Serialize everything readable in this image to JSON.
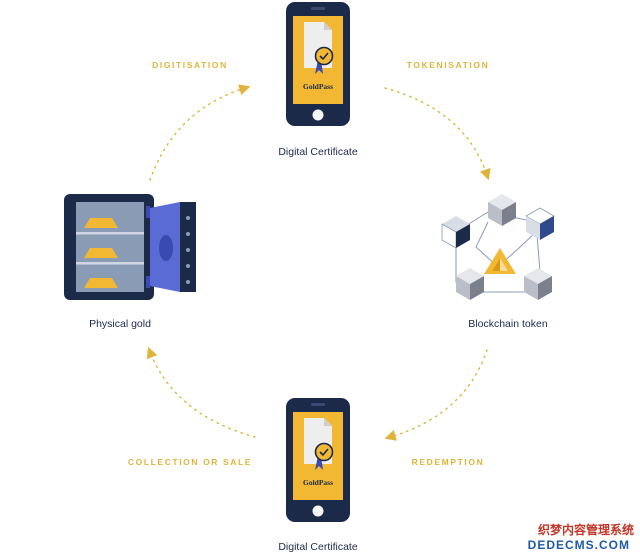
{
  "nodes": {
    "top": {
      "label": "Digital Certificate",
      "brand": "GoldPass"
    },
    "right": {
      "label": "Blockchain token"
    },
    "bottom": {
      "label": "Digital Certificate",
      "brand": "GoldPass"
    },
    "left": {
      "label": "Physical gold"
    }
  },
  "steps": {
    "top_left": "DIGITISATION",
    "top_right": "TOKENISATION",
    "bottom_right": "REDEMPTION",
    "bottom_left": "COLLECTION OR SALE"
  },
  "watermark": {
    "line1": "织梦内容管理系统",
    "line2": "DEDECMS.COM"
  },
  "colors": {
    "navy": "#1c2a4a",
    "gold": "#f2b833",
    "accent": "#e0b43c",
    "vault_door": "#5b6bd6"
  }
}
